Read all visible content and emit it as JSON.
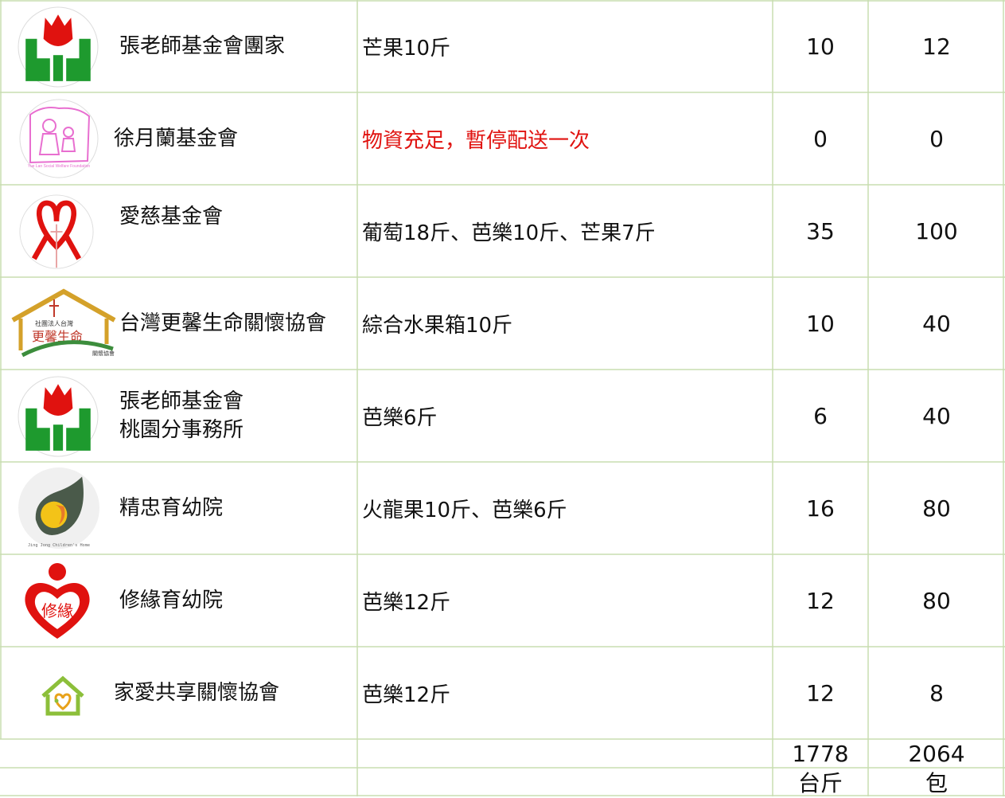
{
  "rows": [
    {
      "org": "張老師基金會團家",
      "items": "芒果10斤",
      "qty": "10",
      "people": "12",
      "logo": "teacher-chang-logo"
    },
    {
      "org": "徐月蘭基金會",
      "items": "物資充足，暫停配送一次",
      "qty": "0",
      "people": "0",
      "logo": "hsu-yueh-lan-logo",
      "logo_text": "Yue Lan Social Welfare Foundation"
    },
    {
      "org": "愛慈基金會",
      "items": "葡萄18斤、芭樂10斤、芒果7斤",
      "qty": "35",
      "people": "100",
      "logo": "red-ribbon-logo"
    },
    {
      "org": "台灣更馨生命關懷協會",
      "items": "綜合水果箱10斤",
      "qty": "10",
      "people": "40",
      "logo": "house-cross-logo",
      "logo_text_top": "社團法人台灣",
      "logo_text_mid": "更馨生命",
      "logo_text_bot": "關懷協會"
    },
    {
      "org_line1": "張老師基金會",
      "org_line2": "桃園分事務所",
      "items": "芭樂6斤",
      "qty": "6",
      "people": "40",
      "logo": "teacher-chang-logo"
    },
    {
      "org": "精忠育幼院",
      "items": "火龍果10斤、芭樂6斤",
      "qty": "16",
      "people": "80",
      "logo": "jing-jong-logo",
      "logo_text": "Jing Jong Children's Home"
    },
    {
      "org": "修緣育幼院",
      "items": "芭樂12斤",
      "qty": "12",
      "people": "80",
      "logo": "xiu-yuan-logo",
      "logo_text": "修緣"
    },
    {
      "org": "家愛共享關懷協會",
      "items": "芭樂12斤",
      "qty": "12",
      "people": "8",
      "logo": "home-love-logo"
    }
  ],
  "totals": {
    "qty": "1778",
    "people": "2064",
    "qty_unit": "台斤",
    "people_unit": "包"
  },
  "colors": {
    "grid": "#c8ddb0",
    "alert": "#e0120f",
    "green": "#1e9a2e",
    "red": "#e0120f",
    "pink": "#e86fd0"
  }
}
